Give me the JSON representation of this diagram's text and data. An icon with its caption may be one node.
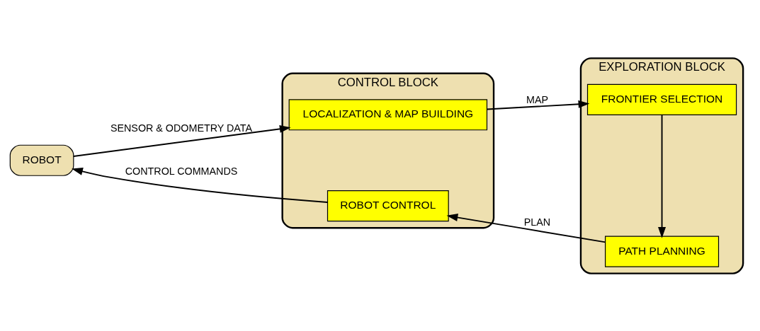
{
  "diagram": {
    "nodes": [
      {
        "text": [
          "ROBOT"
        ]
      },
      {
        "text": [
          "CONTROL BLOCK"
        ]
      },
      {
        "text": [
          "LOCALIZATION & MAP BUILDING"
        ],
        "in": 1
      },
      {
        "text": [
          "ROBOT CONTROL"
        ],
        "in": 1
      },
      {
        "text": [
          "EXPLORATION BLOCK"
        ]
      },
      {
        "text": [
          "FRONTIER SELECTION"
        ],
        "in": 4
      },
      {
        "text": [
          "PATH PLANNING"
        ],
        "in": 4
      }
    ],
    "edges": [
      {
        "from": 0,
        "to": 2,
        "arrow": "to",
        "label": "SENSOR & ODOMETRY DATA"
      },
      {
        "from": 2,
        "to": 5,
        "arrow": "to",
        "label": "MAP"
      },
      {
        "from": 5,
        "to": 6,
        "arrow": "to"
      },
      {
        "from": 6,
        "to": 3,
        "arrow": "to",
        "label": "PLAN"
      },
      {
        "from": 3,
        "to": 0,
        "arrow": "to",
        "label": "CONTROL COMMANDS"
      }
    ]
  }
}
